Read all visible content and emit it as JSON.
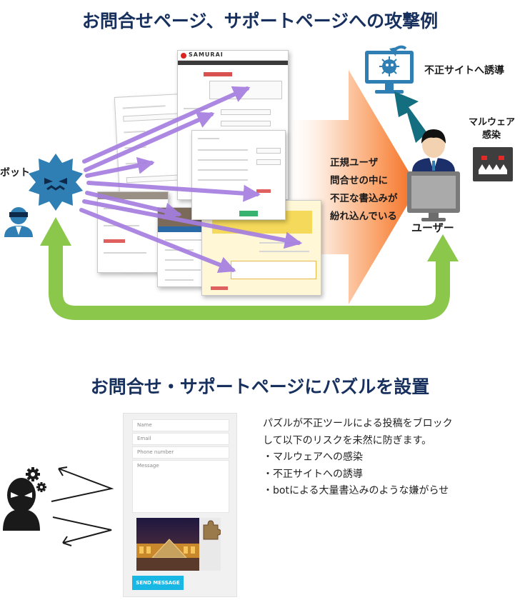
{
  "section1": {
    "title": "お問合せページ、サポートページへの攻撃例",
    "bot_label": "ボット",
    "site_logo": "SAMURAI",
    "arrow_text_lines": [
      "正規ユーザ",
      "問合せの中に",
      "不正な書込みが",
      "紛れ込んでいる"
    ],
    "user_label": "ユーザー",
    "malicious_site_label": "不正サイトへ誘導",
    "malware_label_lines": [
      "マルウェア",
      "感染"
    ]
  },
  "section2": {
    "title": "お問合せ・サポートページにパズルを設置",
    "form": {
      "name_placeholder": "Name",
      "email_placeholder": "Email",
      "phone_placeholder": "Phone number",
      "message_placeholder": "Message",
      "send_label": "SEND MESSAGE"
    },
    "description_lines": [
      "パズルが不正ツールによる投稿をブロック",
      "して以下のリスクを未然に防ぎます。",
      "・マルウェアへの感染",
      "・不正サイトへの誘導",
      "・botによる大量書込みのような嫌がらせ"
    ]
  },
  "colors": {
    "title": "#17305e",
    "bot": "#2f7fb5",
    "bot_arrows": "#a57ee0",
    "loop_arrow": "#8ac74a",
    "attack_arrow": "#f7833d",
    "monitor": "#2f7fb5",
    "up_arrow": "#136e80",
    "send_button": "#18b7e4"
  },
  "icons": [
    "bot-icon",
    "hacker-icon",
    "user-icon",
    "monitor-virus-icon",
    "malware-icon",
    "gear-icon",
    "masked-hacker-icon",
    "puzzle-piece-icon"
  ]
}
